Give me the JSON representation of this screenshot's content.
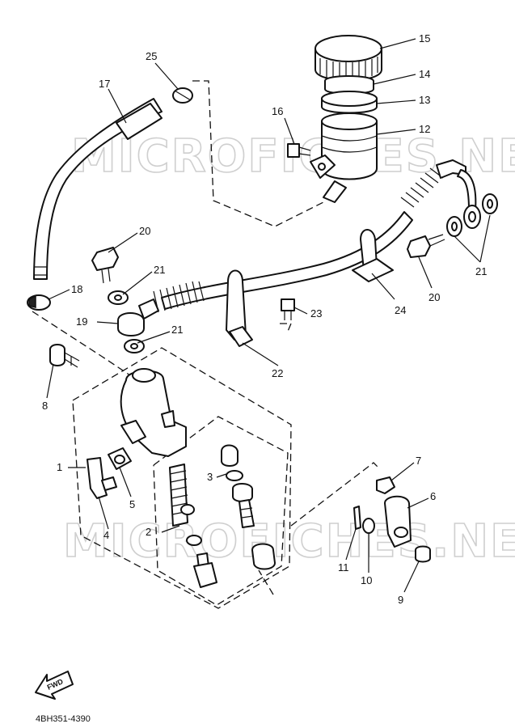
{
  "watermark_text": "MICROFICHES.NET",
  "document_code": "4BH351-4390",
  "fwd_label": "FWD",
  "callouts": [
    {
      "id": "1",
      "label": "1"
    },
    {
      "id": "2",
      "label": "2"
    },
    {
      "id": "3",
      "label": "3"
    },
    {
      "id": "4",
      "label": "4"
    },
    {
      "id": "5",
      "label": "5"
    },
    {
      "id": "6",
      "label": "6"
    },
    {
      "id": "7",
      "label": "7"
    },
    {
      "id": "8",
      "label": "8"
    },
    {
      "id": "9",
      "label": "9"
    },
    {
      "id": "10",
      "label": "10"
    },
    {
      "id": "11",
      "label": "11"
    },
    {
      "id": "12",
      "label": "12"
    },
    {
      "id": "13",
      "label": "13"
    },
    {
      "id": "14",
      "label": "14"
    },
    {
      "id": "15",
      "label": "15"
    },
    {
      "id": "16",
      "label": "16"
    },
    {
      "id": "17",
      "label": "17"
    },
    {
      "id": "18",
      "label": "18"
    },
    {
      "id": "19",
      "label": "19"
    },
    {
      "id": "20a",
      "label": "20"
    },
    {
      "id": "20b",
      "label": "20"
    },
    {
      "id": "21a",
      "label": "21"
    },
    {
      "id": "21b",
      "label": "21"
    },
    {
      "id": "21c",
      "label": "21"
    },
    {
      "id": "22",
      "label": "22"
    },
    {
      "id": "23",
      "label": "23"
    },
    {
      "id": "24",
      "label": "24"
    },
    {
      "id": "25",
      "label": "25"
    }
  ]
}
